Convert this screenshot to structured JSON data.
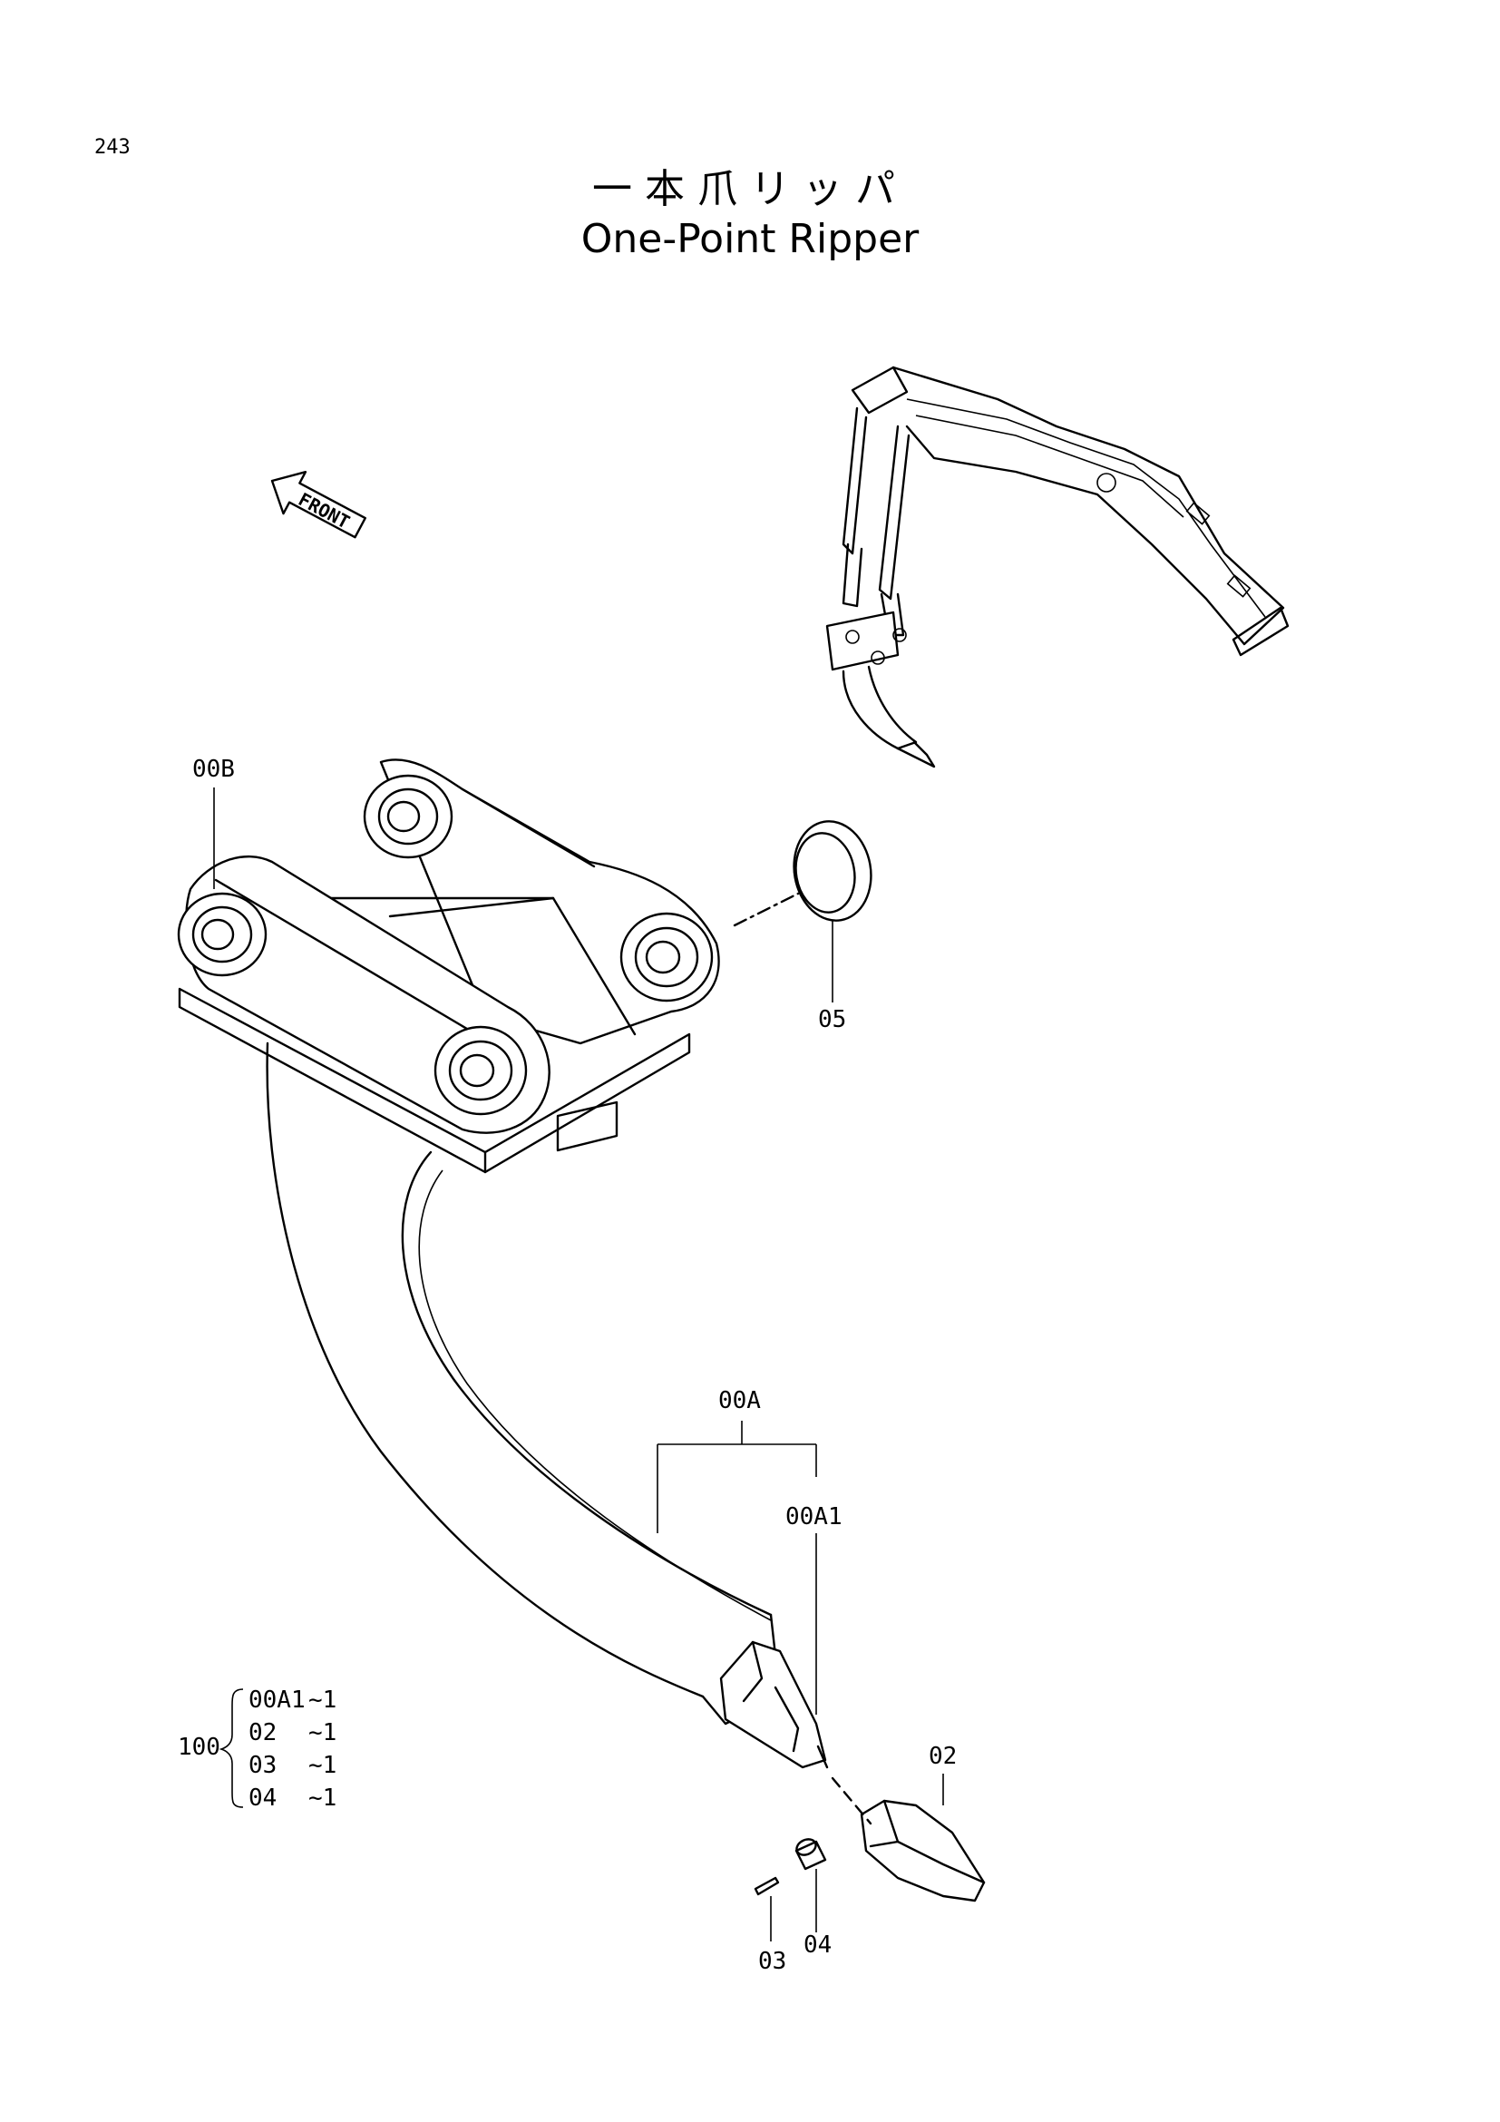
{
  "page_number": "243",
  "title_jp": "一本爪リッパ",
  "title_en": "One-Point Ripper",
  "front_label": "FRONT",
  "part_labels": {
    "p00B": "00B",
    "p05": "05",
    "p00A": "00A",
    "p00A1": "00A1",
    "p02": "02",
    "p03": "03",
    "p04": "04"
  },
  "assembly": {
    "number": "100",
    "items": [
      {
        "part": "00A1",
        "qty": "~1"
      },
      {
        "part": "02",
        "qty": "~1"
      },
      {
        "part": "03",
        "qty": "~1"
      },
      {
        "part": "04",
        "qty": "~1"
      }
    ]
  }
}
